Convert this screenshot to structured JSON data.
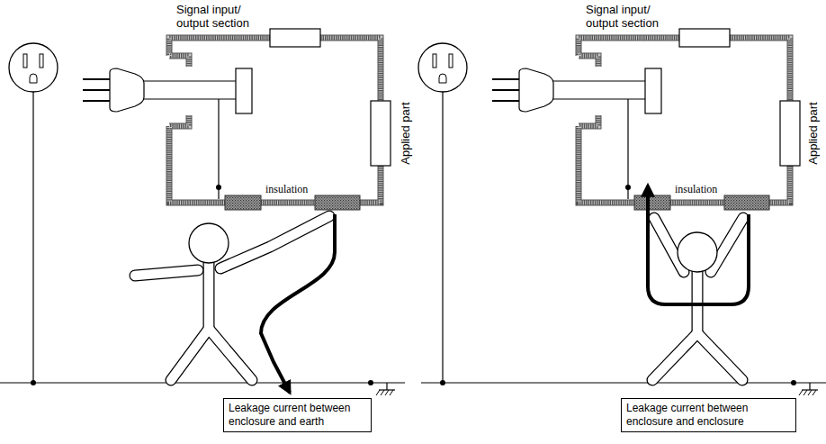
{
  "diagram": {
    "nodes": [
      {
        "text": [
          "Leakage current between enclosure and earth"
        ]
      },
      {
        "text": [
          "Leakage current between enclosure and enclosure"
        ]
      }
    ],
    "labels": [
      "Signal input/ output section",
      "insulation",
      "Applied part",
      "Signal input/ output section",
      "insulation",
      "Applied part"
    ]
  }
}
